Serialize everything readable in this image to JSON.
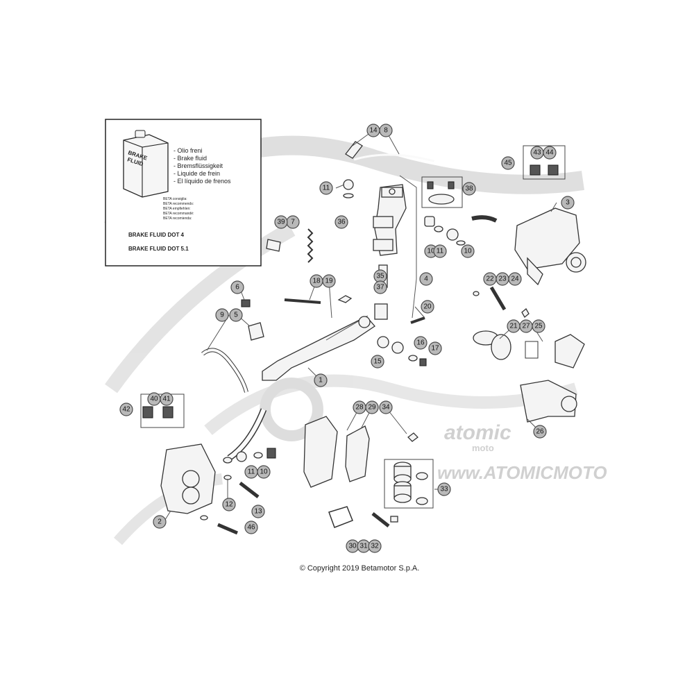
{
  "inset": {
    "can_label_line1": "BRAKE",
    "can_label_line2": "FLUID",
    "fluid_names": [
      "- Olio freni",
      "- Brake fluid",
      "- Bremsflüssigkeit",
      "- Liquide de frein",
      "- El líquido de frenos"
    ],
    "recommend_lines": [
      "BETA consiglia:",
      "BETA recommends:",
      "BETA empfiehlen:",
      "BETA recommandé:",
      "BETA recomienda:"
    ],
    "fluid_specs": [
      "BRAKE FLUID DOT 4",
      "BRAKE FLUID DOT 5.1"
    ]
  },
  "watermark": {
    "brand": "atomic",
    "sub": "moto",
    "url": "www.ATOMICMOTO"
  },
  "callout_numbers": [
    "1",
    "2",
    "3",
    "4",
    "5",
    "6",
    "7",
    "8",
    "9",
    "10",
    "10",
    "10",
    "11",
    "11",
    "11",
    "12",
    "13",
    "14",
    "15",
    "16",
    "17",
    "18",
    "19",
    "20",
    "21",
    "22",
    "23",
    "24",
    "25",
    "26",
    "27",
    "28",
    "29",
    "30",
    "31",
    "32",
    "33",
    "34",
    "35",
    "36",
    "37",
    "38",
    "39",
    "40",
    "41",
    "42",
    "43",
    "44",
    "45",
    "46"
  ],
  "copyright": "© Copyright 2019 Betamotor S.p.A."
}
